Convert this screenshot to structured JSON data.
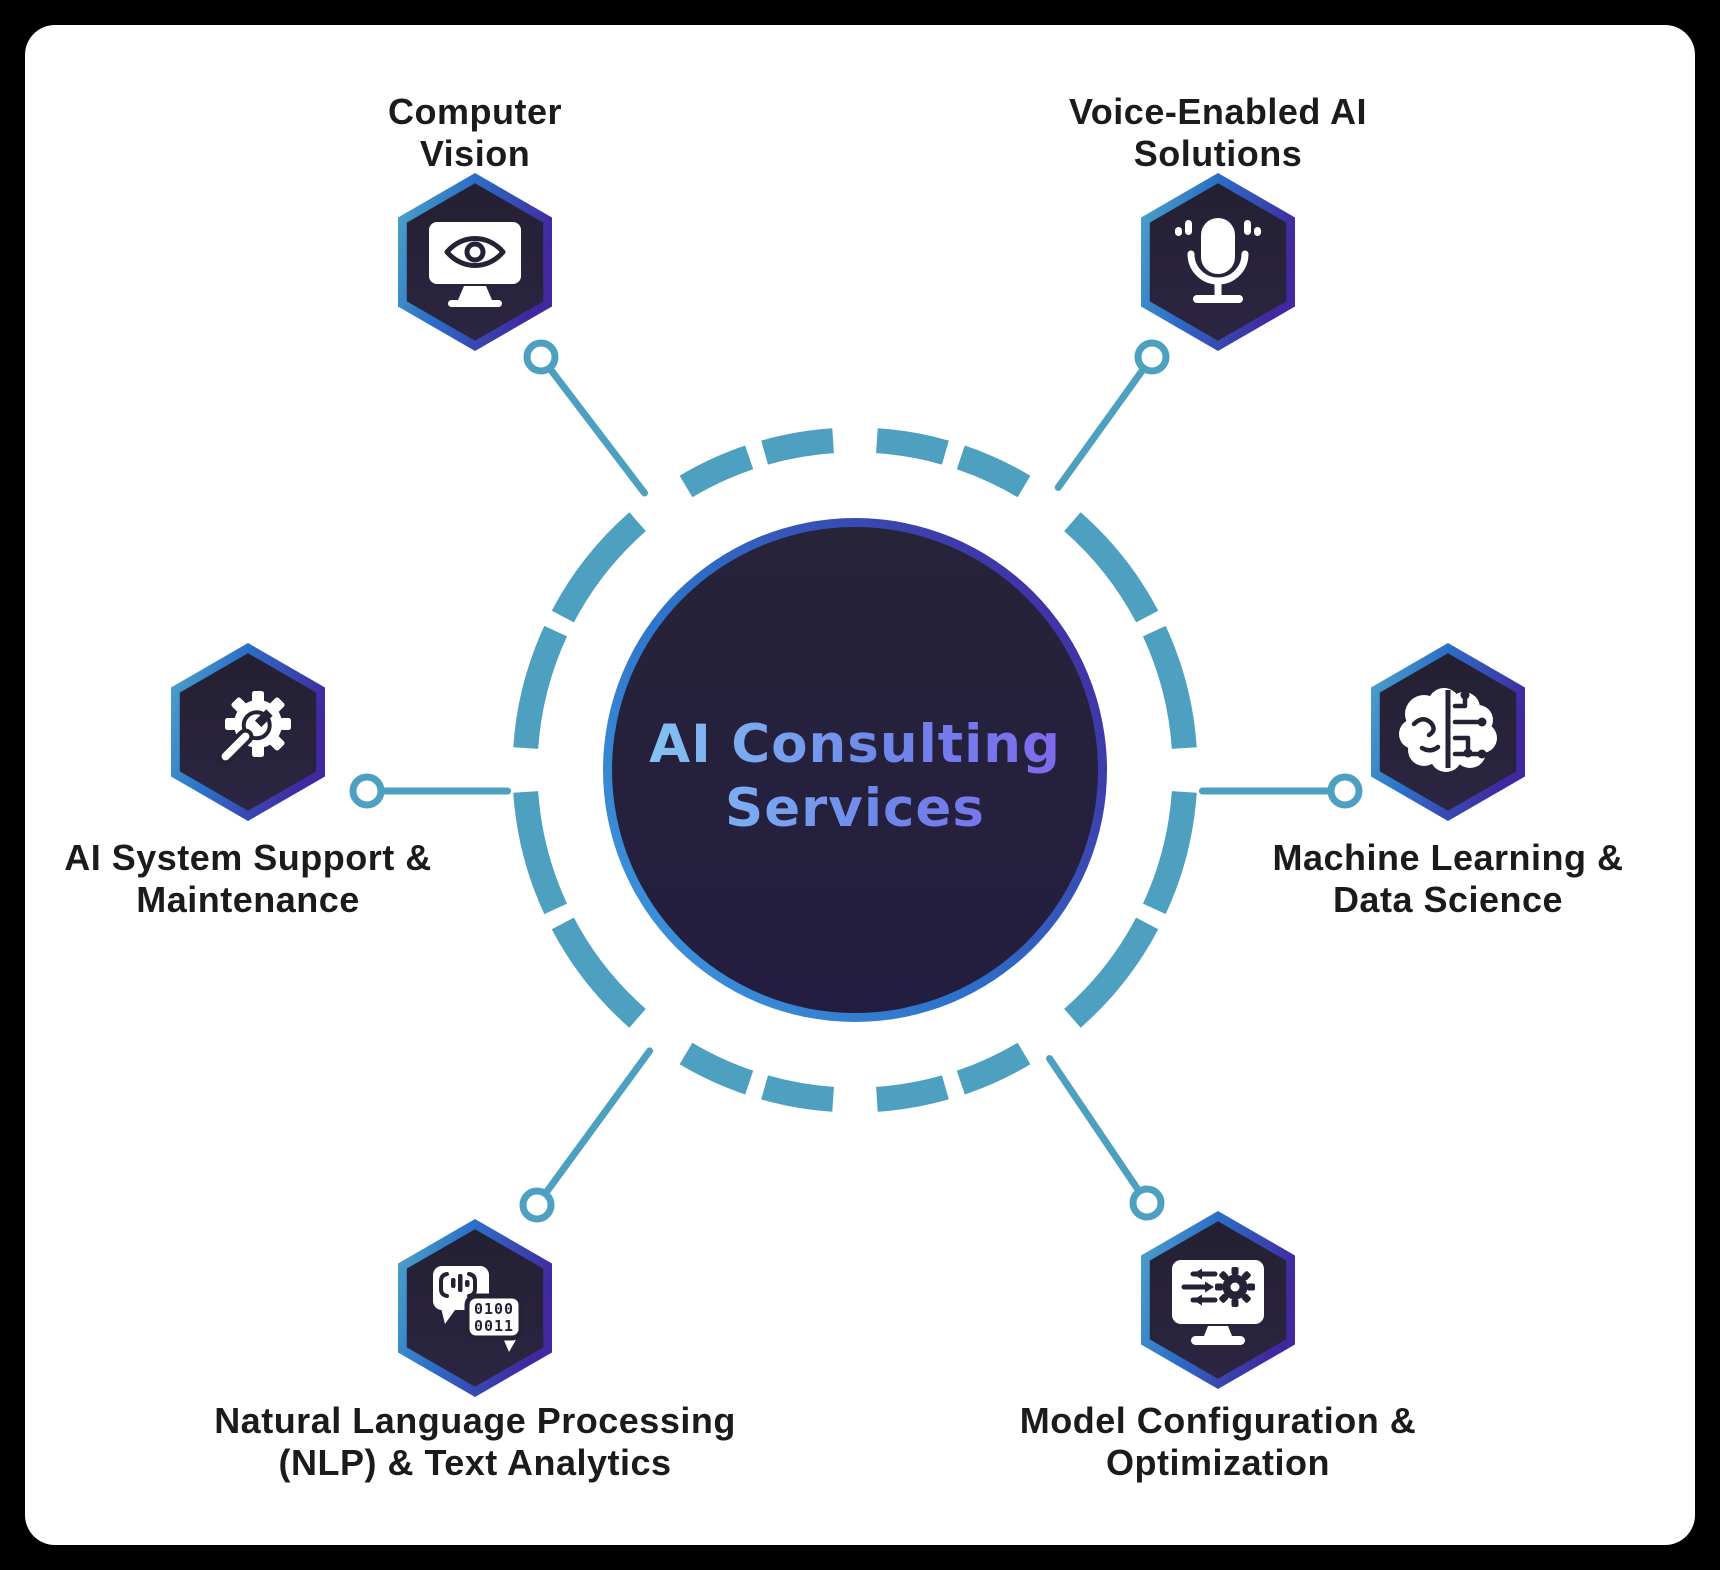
{
  "diagram": {
    "center_title_line1": "AI Consulting",
    "center_title_line2": "Services"
  },
  "nodes": [
    {
      "id": "computer-vision",
      "label_line1": "Computer",
      "label_line2": "Vision",
      "icon": "monitor-eye-icon"
    },
    {
      "id": "voice-enabled-ai-solutions",
      "label_line1": "Voice-Enabled AI",
      "label_line2": "Solutions",
      "icon": "microphone-icon"
    },
    {
      "id": "machine-learning-data-science",
      "label_line1": "Machine Learning &",
      "label_line2": "Data Science",
      "icon": "brain-circuit-icon"
    },
    {
      "id": "model-configuration-optimization",
      "label_line1": "Model Configuration &",
      "label_line2": "Optimization",
      "icon": "monitor-sliders-gear-icon"
    },
    {
      "id": "nlp-text-analytics",
      "label_line1": "Natural Language Processing",
      "label_line2": "(NLP) & Text Analytics",
      "icon": "chat-bubbles-binary-icon"
    },
    {
      "id": "ai-system-support-maintenance",
      "label_line1": "AI System Support &",
      "label_line2": "Maintenance",
      "icon": "gear-wrench-icon"
    }
  ],
  "icon_details": {
    "binary_bubble_line1": "0100",
    "binary_bubble_line2": "0011"
  },
  "colors": {
    "ring_teal": "#4DA0C0",
    "hexagon_fill": "#262236",
    "hexagon_border_teal": "#4FA8C8",
    "hexagon_border_blue": "#2C6FC8",
    "hexagon_border_purple": "#41289E",
    "center_circle_fill": "#242039",
    "title_gradient_start": "#85C4F2",
    "title_gradient_mid": "#6E87EA",
    "title_gradient_end": "#8066EC",
    "label_text": "#1B1B1D",
    "canvas_background": "#FFFFFF",
    "frame_border": "#000000"
  }
}
